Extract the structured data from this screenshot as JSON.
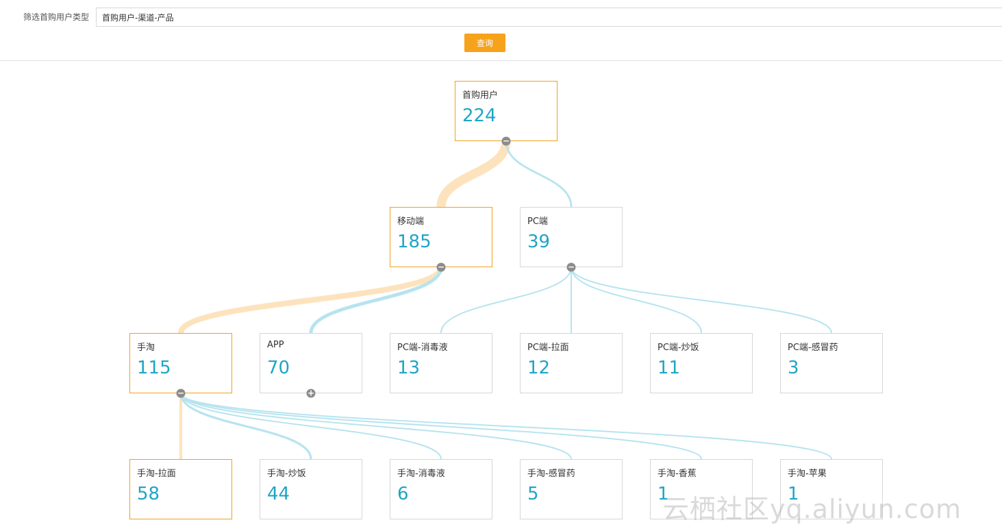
{
  "filter": {
    "label": "筛选首购用户类型",
    "value": "首购用户-渠道-产品",
    "query_button": "查询"
  },
  "colors": {
    "highlight": "#f7a21b",
    "value_text": "#1ea5c6",
    "link_primary": "#fde3bd",
    "link_secondary": "#b6e4ef"
  },
  "tree": {
    "root": {
      "label": "首购用户",
      "value": 224,
      "highlighted": true,
      "toggle": "minus"
    },
    "level1": [
      {
        "label": "移动端",
        "value": 185,
        "highlighted": true,
        "toggle": "minus"
      },
      {
        "label": "PC端",
        "value": 39,
        "highlighted": false,
        "toggle": "minus"
      }
    ],
    "level2": [
      {
        "label": "手淘",
        "value": 115,
        "parent": 0,
        "highlighted": true,
        "toggle": "minus"
      },
      {
        "label": "APP",
        "value": 70,
        "parent": 0,
        "highlighted": false,
        "toggle": "plus"
      },
      {
        "label": "PC端-消毒液",
        "value": 13,
        "parent": 1,
        "highlighted": false
      },
      {
        "label": "PC端-拉面",
        "value": 12,
        "parent": 1,
        "highlighted": false
      },
      {
        "label": "PC端-炒饭",
        "value": 11,
        "parent": 1,
        "highlighted": false
      },
      {
        "label": "PC端-感冒药",
        "value": 3,
        "parent": 1,
        "highlighted": false
      }
    ],
    "level3": [
      {
        "label": "手淘-拉面",
        "value": 58,
        "highlighted": true
      },
      {
        "label": "手淘-炒饭",
        "value": 44,
        "highlighted": false
      },
      {
        "label": "手淘-消毒液",
        "value": 6,
        "highlighted": false
      },
      {
        "label": "手淘-感冒药",
        "value": 5,
        "highlighted": false
      },
      {
        "label": "手淘-香蕉",
        "value": 1,
        "highlighted": false
      },
      {
        "label": "手淘-苹果",
        "value": 1,
        "highlighted": false
      }
    ]
  },
  "watermark": "云栖社区yq.aliyun.com"
}
